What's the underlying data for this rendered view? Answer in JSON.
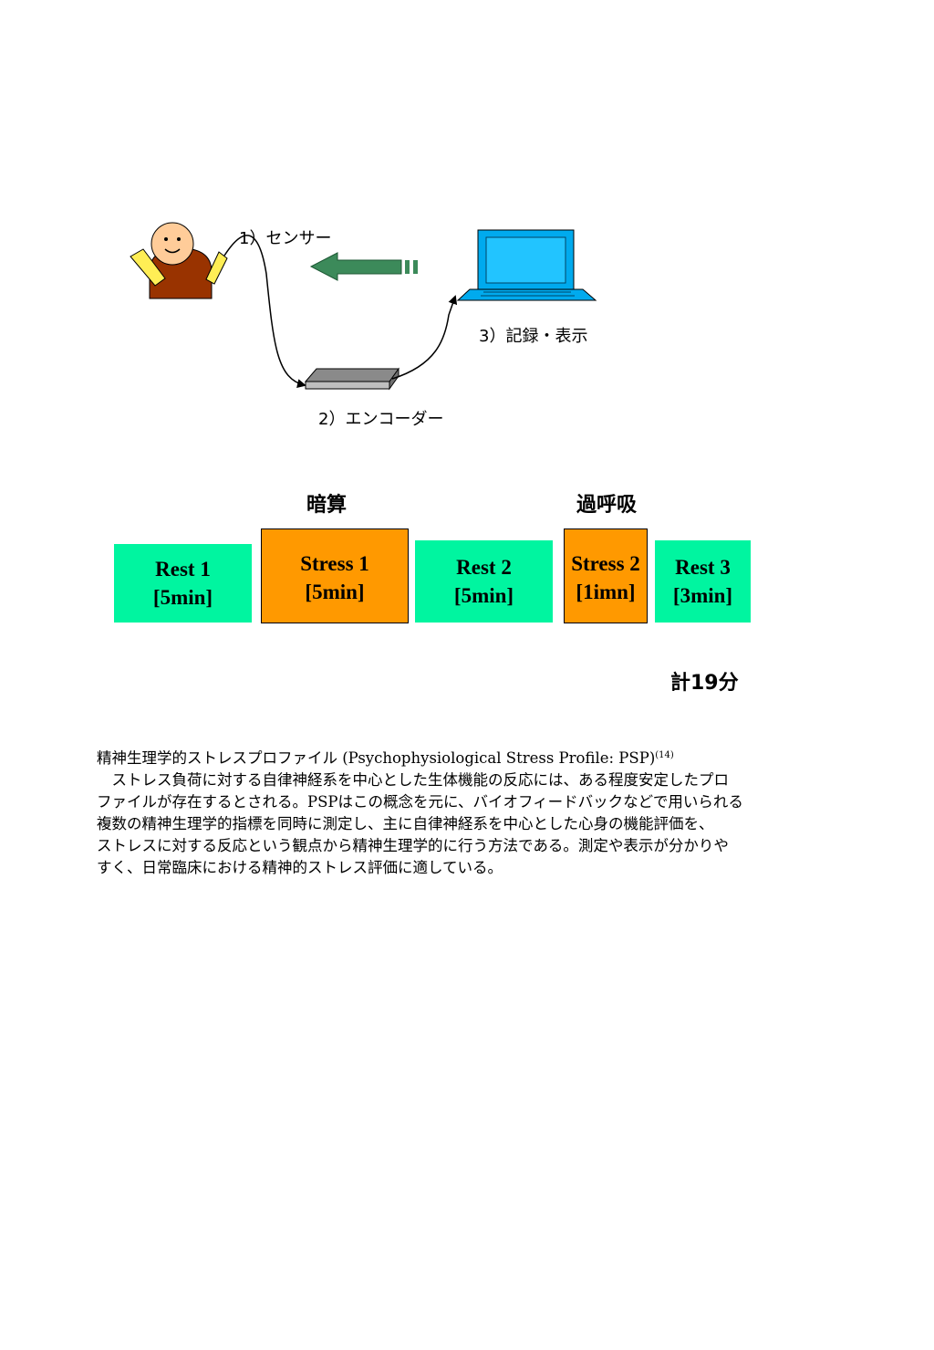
{
  "diagram": {
    "sensor_label": "1）センサー",
    "encoder_label": "2）エンコーダー",
    "record_label": "3）記録・表示"
  },
  "protocol": {
    "task_labels": [
      "暗算",
      "過呼吸"
    ],
    "blocks": [
      {
        "name": "Rest 1",
        "duration": "[5min]",
        "kind": "rest"
      },
      {
        "name": "Stress 1",
        "duration": "[5min]",
        "kind": "stress"
      },
      {
        "name": "Rest 2",
        "duration": "[5min]",
        "kind": "rest"
      },
      {
        "name": "Stress 2",
        "duration": "[1imn]",
        "kind": "stress"
      },
      {
        "name": "Rest 3",
        "duration": "[3min]",
        "kind": "rest"
      }
    ],
    "total": "計19分"
  },
  "description": {
    "title": "精神生理学的ストレスプロファイル (Psychophysiological Stress Profile: PSP)",
    "reference": "(14)",
    "lines": [
      "　ストレス負荷に対する自律神経系を中心とした生体機能の反応には、ある程度安定したプロ",
      "ファイルが存在するとされる。PSPはこの概念を元に、バイオフィードバックなどで用いられる",
      "複数の精神生理学的指標を同時に測定し、主に自律神経系を中心とした心身の機能評価を、",
      "ストレスに対する反応という観点から精神生理学的に行う方法である。測定や表示が分かりや",
      "すく、日常臨床における精神的ストレス評価に適している。"
    ]
  },
  "colors": {
    "rest": "#00f5a0",
    "stress": "#ff9900",
    "laptop": "#00aaee",
    "arrow": "#3c8a5a",
    "body": "#993300",
    "face": "#ffcc99"
  }
}
